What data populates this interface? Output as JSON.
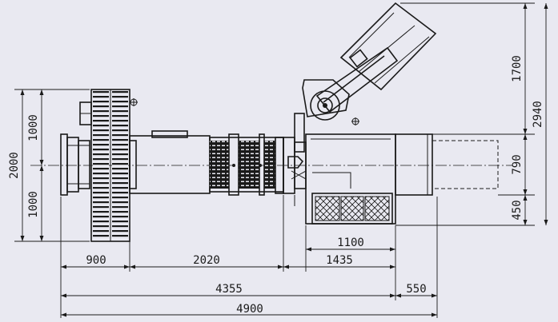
{
  "dimensions": {
    "horizontal": {
      "d900": "900",
      "d2020": "2020",
      "d1100": "1100",
      "d1435": "1435",
      "d4355": "4355",
      "d550": "550",
      "d4900": "4900"
    },
    "vertical_left": {
      "d1000_top": "1000",
      "d1000_bottom": "1000",
      "d2000": "2000"
    },
    "vertical_right": {
      "d1700": "1700",
      "d2940": "2940",
      "d790": "790",
      "d450": "450"
    }
  },
  "colors": {
    "background": "#e9e9f1",
    "line": "#1a1a1a"
  }
}
